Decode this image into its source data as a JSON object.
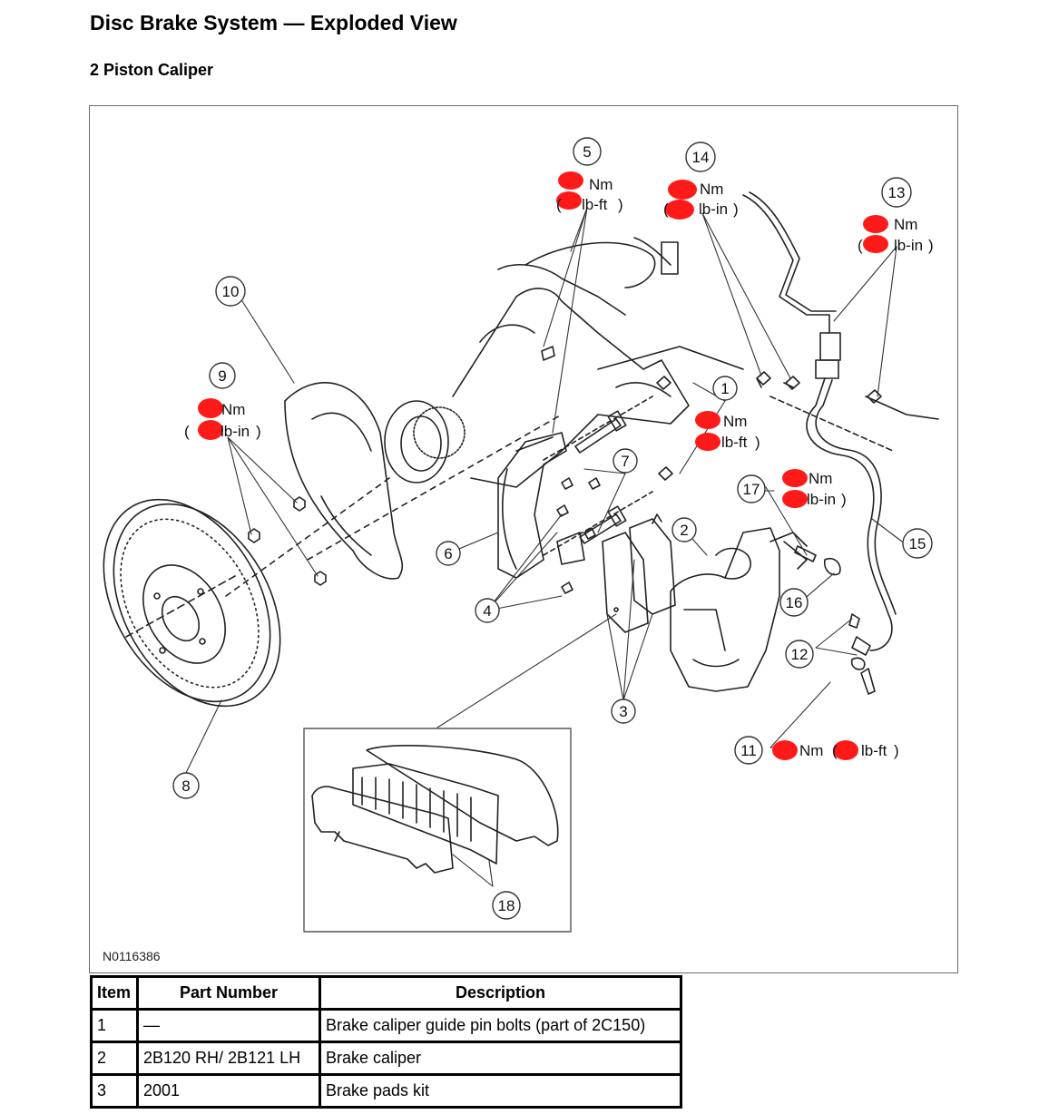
{
  "header": {
    "title": "Disc Brake System — Exploded View",
    "subtitle": "2 Piston Caliper"
  },
  "figure": {
    "id": "N0116386",
    "callouts": [
      "1",
      "2",
      "3",
      "4",
      "5",
      "6",
      "7",
      "8",
      "9",
      "10",
      "11",
      "12",
      "13",
      "14",
      "15",
      "16",
      "17",
      "18"
    ],
    "torque_labels": {
      "c5": {
        "unit1": "Nm",
        "unit2": "lb-ft"
      },
      "c14": {
        "unit1": "Nm",
        "unit2": "lb-in"
      },
      "c13": {
        "unit1": "Nm",
        "unit2": "lb-in"
      },
      "c9": {
        "unit1": "Nm",
        "unit2": "lb-in"
      },
      "c1": {
        "unit1": "Nm",
        "unit2": "lb-ft"
      },
      "c17": {
        "unit1": "Nm",
        "unit2": "lb-in"
      },
      "c11": {
        "unit1": "Nm",
        "unit2": "lb-ft"
      }
    },
    "redaction_color": "#ff1a1a"
  },
  "table": {
    "headers": {
      "item": "Item",
      "part_number": "Part Number",
      "description": "Description"
    },
    "rows": [
      {
        "item": "1",
        "part_number": "—",
        "description": "Brake caliper guide pin bolts (part of 2C150)"
      },
      {
        "item": "2",
        "part_number": "2B120 RH/ 2B121 LH",
        "description": "Brake caliper"
      },
      {
        "item": "3",
        "part_number": "2001",
        "description": "Brake pads kit"
      }
    ]
  }
}
